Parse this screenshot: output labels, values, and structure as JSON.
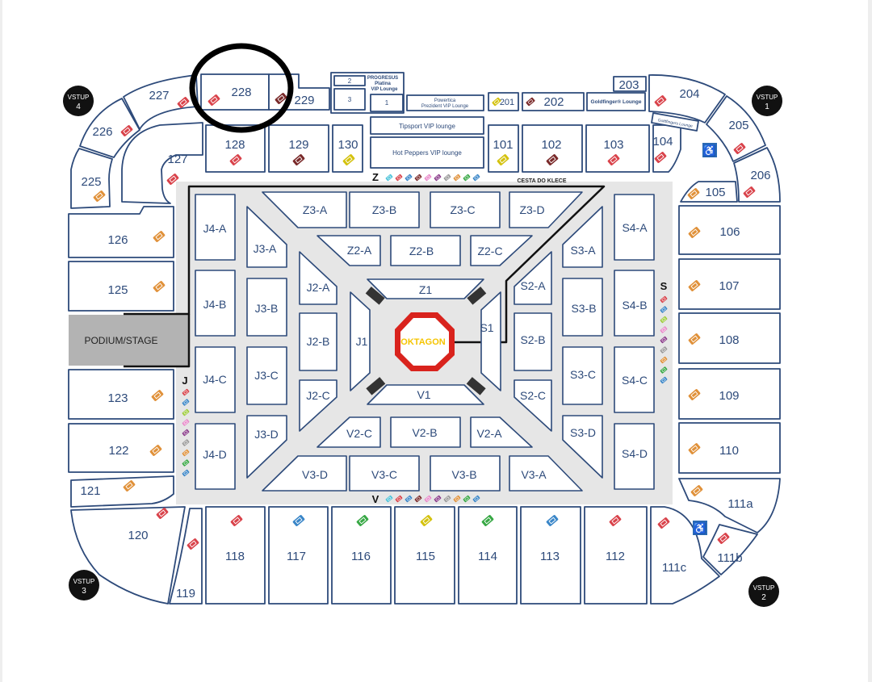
{
  "stage": "PODIUM/STAGE",
  "octagon": "OKTAGON",
  "road": "CESTA DO KLECE",
  "gates": [
    {
      "l1": "VSTUP",
      "l2": "4"
    },
    {
      "l1": "VSTUP",
      "l2": "1"
    },
    {
      "l1": "VSTUP",
      "l2": "3"
    },
    {
      "l1": "VSTUP",
      "l2": "2"
    }
  ],
  "lounges": {
    "progresus_title": "PROGRESUS",
    "progresus_sub": "Platina",
    "progresus_sub2": "VIP Lounge",
    "box2": "2",
    "box3": "3",
    "box1": "1",
    "powertica": "Powertica",
    "powertica2": "Prezident VIP Lounge",
    "tipsport": "Tipsport VIP lounge",
    "hotpeppers": "Hot Peppers VIP lounge",
    "goldfinger": "Goldfinger® Lounge",
    "goldfinger2": "Goldfingers Lounge"
  },
  "floor_letters": {
    "z": "Z",
    "s": "S",
    "j": "J",
    "v": "V"
  },
  "sections": {
    "s228": "228",
    "s227": "227",
    "s229": "229",
    "s226": "226",
    "s225": "225",
    "s127": "127",
    "s128": "128",
    "s129": "129",
    "s130": "130",
    "s101": "101",
    "s102": "102",
    "s103": "103",
    "s104": "104",
    "s201": "201",
    "s202": "202",
    "s203": "203",
    "s204": "204",
    "s205": "205",
    "s206": "206",
    "s105": "105",
    "s106": "106",
    "s107": "107",
    "s108": "108",
    "s109": "109",
    "s110": "110",
    "s111a": "111a",
    "s111b": "111b",
    "s111c": "111c",
    "s112": "112",
    "s113": "113",
    "s114": "114",
    "s115": "115",
    "s116": "116",
    "s117": "117",
    "s118": "118",
    "s119": "119",
    "s120": "120",
    "s121": "121",
    "s122": "122",
    "s123": "123",
    "s125": "125",
    "s126": "126"
  },
  "floor": {
    "z3a": "Z3-A",
    "z3b": "Z3-B",
    "z3c": "Z3-C",
    "z3d": "Z3-D",
    "z2a": "Z2-A",
    "z2b": "Z2-B",
    "z2c": "Z2-C",
    "z1": "Z1",
    "j4a": "J4-A",
    "j4b": "J4-B",
    "j4c": "J4-C",
    "j4d": "J4-D",
    "j3a": "J3-A",
    "j3b": "J3-B",
    "j3c": "J3-C",
    "j3d": "J3-D",
    "j2a": "J2-A",
    "j2b": "J2-B",
    "j2c": "J2-C",
    "j1": "J1",
    "s4a": "S4-A",
    "s4b": "S4-B",
    "s4c": "S4-C",
    "s4d": "S4-D",
    "s3a": "S3-A",
    "s3b": "S3-B",
    "s3c": "S3-C",
    "s3d": "S3-D",
    "s2a": "S2-A",
    "s2b": "S2-B",
    "s2c": "S2-C",
    "s1": "S1",
    "v3a": "V3-A",
    "v3b": "V3-B",
    "v3c": "V3-C",
    "v3d": "V3-D",
    "v2a": "V2-A",
    "v2b": "V2-B",
    "v2c": "V2-C",
    "v1": "V1"
  },
  "colors": {
    "outline": "#2d4a7a",
    "text": "#2d4a7a",
    "floor": "#e6e6e6",
    "stage": "#b3b3b3",
    "ring": "#d9231d",
    "octagon_text": "#f5c400",
    "red": "#d9434b",
    "maroon": "#7a2a2a",
    "yellow": "#d4c20f",
    "orange": "#e0913a",
    "blue": "#3a86c8",
    "green": "#38a845",
    "lime": "#9ccc3a",
    "pink": "#e889c9",
    "purple": "#8a3c8a",
    "gray": "#999999",
    "cyan": "#4cc3d9"
  },
  "marker_color": "#000000"
}
